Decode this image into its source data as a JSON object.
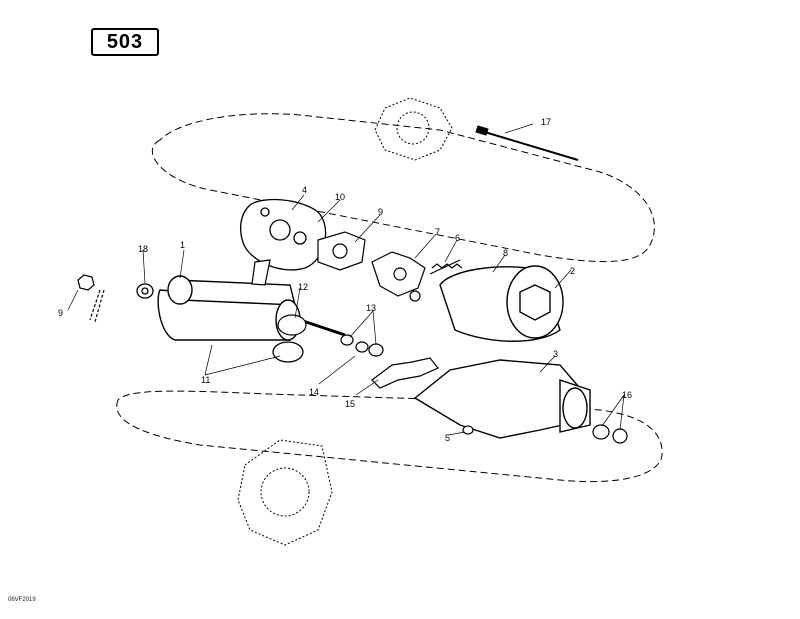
{
  "page_number": "503",
  "footer_code": "06VF2019",
  "callouts": [
    {
      "id": "1",
      "text": "1"
    },
    {
      "id": "2",
      "text": "2"
    },
    {
      "id": "3",
      "text": "3"
    },
    {
      "id": "4",
      "text": "4"
    },
    {
      "id": "5",
      "text": "5"
    },
    {
      "id": "6",
      "text": "6"
    },
    {
      "id": "7",
      "text": "7"
    },
    {
      "id": "8",
      "text": "8"
    },
    {
      "id": "9a",
      "text": "9"
    },
    {
      "id": "9b",
      "text": "9"
    },
    {
      "id": "10",
      "text": "10"
    },
    {
      "id": "11",
      "text": "11"
    },
    {
      "id": "12",
      "text": "12"
    },
    {
      "id": "13",
      "text": "13"
    },
    {
      "id": "14",
      "text": "14"
    },
    {
      "id": "15",
      "text": "15"
    },
    {
      "id": "16",
      "text": "16"
    },
    {
      "id": "17",
      "text": "17"
    },
    {
      "id": "18",
      "text": "18"
    }
  ]
}
